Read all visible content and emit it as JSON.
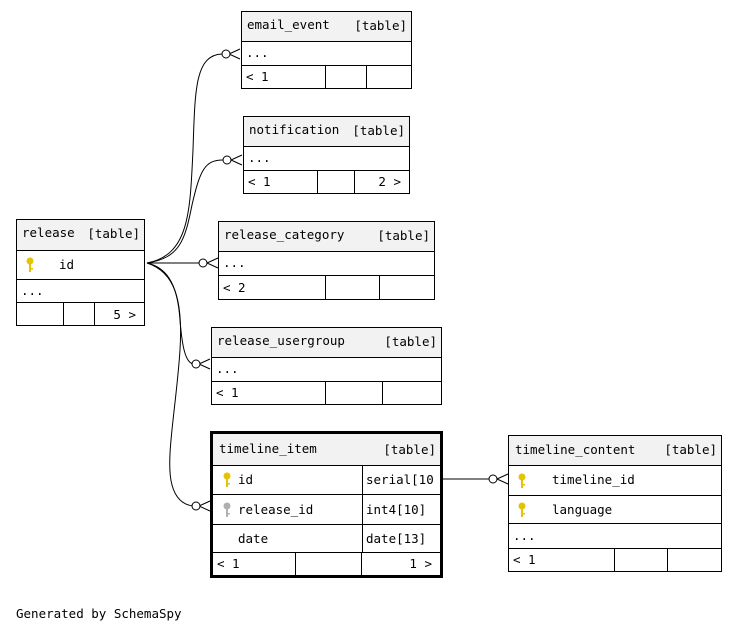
{
  "tables": {
    "release": {
      "name": "release",
      "kind": "[table]",
      "col_id": "id",
      "more": "...",
      "nav_right": "5 >"
    },
    "email_event": {
      "name": "email_event",
      "kind": "[table]",
      "more": "...",
      "nav_left": "< 1"
    },
    "notification": {
      "name": "notification",
      "kind": "[table]",
      "more": "...",
      "nav_left": "< 1",
      "nav_right": "2 >"
    },
    "release_category": {
      "name": "release_category",
      "kind": "[table]",
      "more": "...",
      "nav_left": "< 2"
    },
    "release_usergroup": {
      "name": "release_usergroup",
      "kind": "[table]",
      "more": "...",
      "nav_left": "< 1"
    },
    "timeline_item": {
      "name": "timeline_item",
      "kind": "[table]",
      "columns": [
        {
          "name": "id",
          "type": "serial[10"
        },
        {
          "name": "release_id",
          "type": "int4[10]"
        },
        {
          "name": "date",
          "type": "date[13]"
        }
      ],
      "nav_left": "< 1",
      "nav_right": "1 >"
    },
    "timeline_content": {
      "name": "timeline_content",
      "kind": "[table]",
      "columns": [
        {
          "name": "timeline_id"
        },
        {
          "name": "language"
        }
      ],
      "more": "...",
      "nav_left": "< 1"
    }
  },
  "key_colors": {
    "primary": "#e6c300",
    "foreign": "#b0b0b0"
  },
  "footer": "Generated by SchemaSpy"
}
